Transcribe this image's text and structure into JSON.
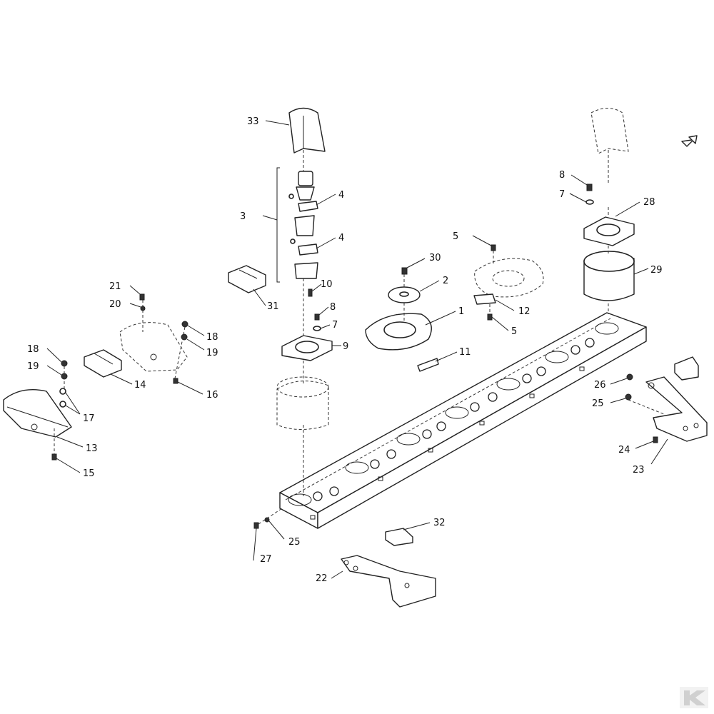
{
  "callouts": [
    {
      "id": "c33",
      "label": "33"
    },
    {
      "id": "c3",
      "label": "3"
    },
    {
      "id": "c4a",
      "label": "4"
    },
    {
      "id": "c4b",
      "label": "4"
    },
    {
      "id": "c10",
      "label": "10"
    },
    {
      "id": "c8a",
      "label": "8"
    },
    {
      "id": "c7a",
      "label": "7"
    },
    {
      "id": "c9",
      "label": "9"
    },
    {
      "id": "c31",
      "label": "31"
    },
    {
      "id": "c21",
      "label": "21"
    },
    {
      "id": "c20",
      "label": "20"
    },
    {
      "id": "c18a",
      "label": "18"
    },
    {
      "id": "c19a",
      "label": "19"
    },
    {
      "id": "c16",
      "label": "16"
    },
    {
      "id": "c14",
      "label": "14"
    },
    {
      "id": "c18b",
      "label": "18"
    },
    {
      "id": "c19b",
      "label": "19"
    },
    {
      "id": "c17",
      "label": "17"
    },
    {
      "id": "c13",
      "label": "13"
    },
    {
      "id": "c15",
      "label": "15"
    },
    {
      "id": "c30",
      "label": "30"
    },
    {
      "id": "c2",
      "label": "2"
    },
    {
      "id": "c1",
      "label": "1"
    },
    {
      "id": "c11",
      "label": "11"
    },
    {
      "id": "c5a",
      "label": "5"
    },
    {
      "id": "c12",
      "label": "12"
    },
    {
      "id": "c5b",
      "label": "5"
    },
    {
      "id": "c8b",
      "label": "8"
    },
    {
      "id": "c7b",
      "label": "7"
    },
    {
      "id": "c28",
      "label": "28"
    },
    {
      "id": "c29",
      "label": "29"
    },
    {
      "id": "c26",
      "label": "26"
    },
    {
      "id": "c25a",
      "label": "25"
    },
    {
      "id": "c24",
      "label": "24"
    },
    {
      "id": "c23",
      "label": "23"
    },
    {
      "id": "c32",
      "label": "32"
    },
    {
      "id": "c25b",
      "label": "25"
    },
    {
      "id": "c27",
      "label": "27"
    },
    {
      "id": "c22",
      "label": "22"
    }
  ],
  "icons": {
    "orientation_arrow": "arrow-up-right-icon",
    "brand_logo": "k-logo-icon"
  },
  "colors": {
    "line": "#222222",
    "background": "#ffffff",
    "logo": "#d0d0d0"
  }
}
